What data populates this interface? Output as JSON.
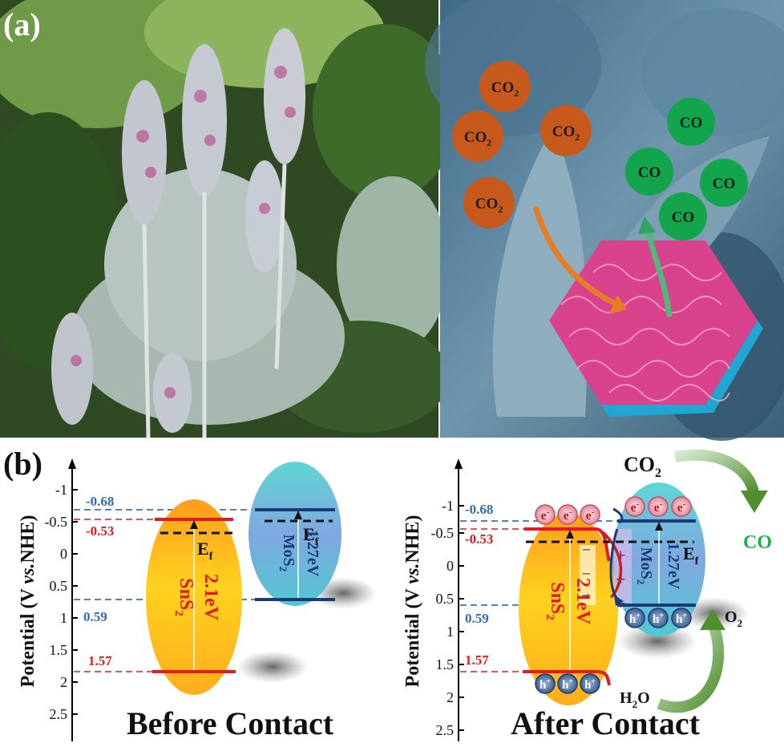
{
  "panel_a": {
    "label": "(a)",
    "molecules": {
      "co2": "CO",
      "co2_sub": "2",
      "co": "CO"
    }
  },
  "panel_b": {
    "label": "(b)",
    "y_axis": {
      "label_pre": "Potential  (V ",
      "label_vs": "vs.",
      "label_post": "NHE)",
      "ticks": [
        "-1",
        "-0.5",
        "0",
        "0.5",
        "1",
        "1.5",
        "2",
        "2.5"
      ]
    },
    "levels": {
      "mos2_cb": "-0.68",
      "sns2_cb": "-0.53",
      "mos2_vb": "0.59",
      "sns2_vb": "1.57"
    },
    "sns2": {
      "name": "SnS",
      "sub": "2",
      "gap": "2.1eV"
    },
    "mos2": {
      "name": "MoS",
      "sub": "2",
      "gap": "1.27eV"
    },
    "fermi": {
      "symbol": "E",
      "sub": "f"
    },
    "before_title": "Before Contact",
    "after_title": "After Contact",
    "electron": "e",
    "electron_sup": "-",
    "hole": "h",
    "hole_sup": "+",
    "plus": "+",
    "minus": "–",
    "co2_text": "CO",
    "co2_sub": "2",
    "co_text": "CO",
    "o2_text": "O",
    "o2_sub": "2",
    "h2o_pre": "H",
    "h2o_sub": "2",
    "h2o_post": "O"
  },
  "colors": {
    "co2_bubble": "#c8591c",
    "co_bubble": "#13a54b",
    "cb_mos2_line": "#1a3a78",
    "sns2_red": "#e01b22",
    "co_green": "#19b24b"
  }
}
